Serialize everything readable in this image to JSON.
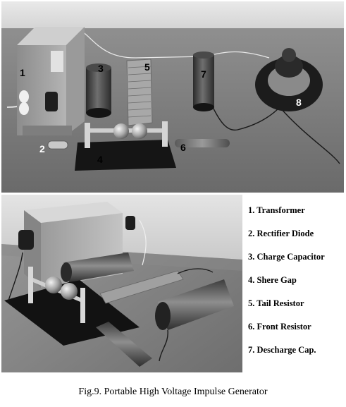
{
  "figure": {
    "caption": "Fig.9. Portable High Voltage Impulse Generator",
    "top_photo_callouts": [
      "1",
      "2",
      "3",
      "4",
      "5",
      "6",
      "7",
      "8"
    ],
    "legend": [
      "1. Transformer",
      "2. Rectifier Diode",
      "3. Charge Capacitor",
      "4. Shere Gap",
      "5. Tail Resistor",
      "6. Front Resistor",
      "7. Descharge Cap."
    ]
  }
}
